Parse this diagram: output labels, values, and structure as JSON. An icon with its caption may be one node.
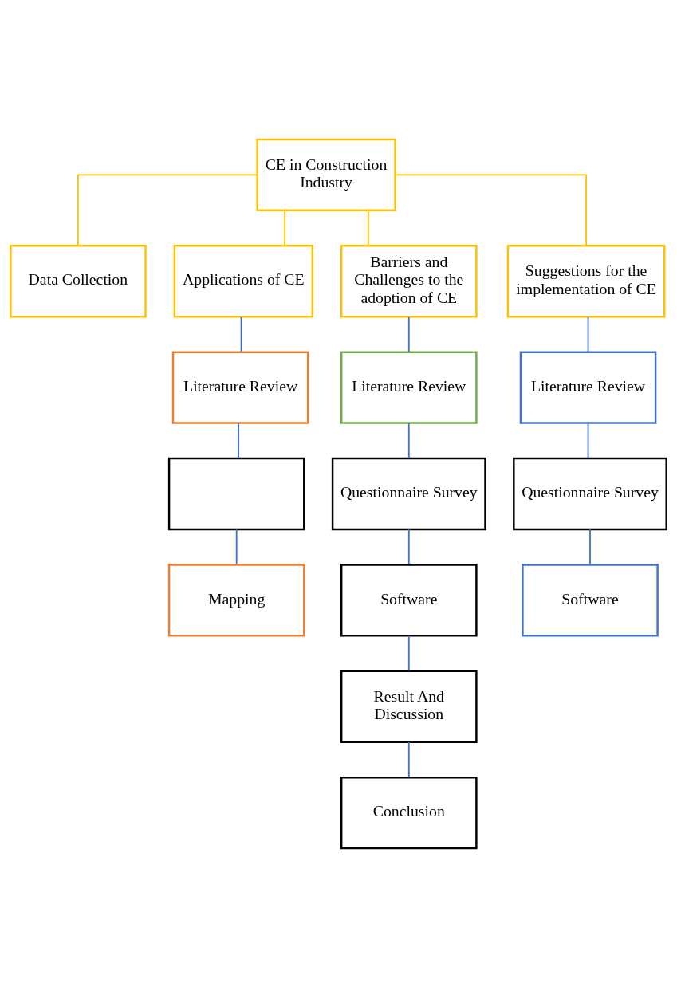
{
  "diagram": {
    "nodes": [
      {
        "text": [
          "CE in Construction Industry"
        ]
      },
      {
        "text": [
          "Data Collection"
        ]
      },
      {
        "text": [
          "Applications of CE"
        ]
      },
      {
        "text": [
          "Barriers and Challenges to the adoption of CE"
        ]
      },
      {
        "text": [
          "Suggestions for the implementation of CE"
        ]
      },
      {
        "text": [
          "Literature Review"
        ]
      },
      {
        "text": [],
        "shape": "box"
      },
      {
        "text": [
          "Mapping"
        ]
      },
      {
        "text": [
          "Literature Review"
        ]
      },
      {
        "text": [
          "Questionnaire Survey"
        ]
      },
      {
        "text": [
          "Software"
        ]
      },
      {
        "text": [
          "Result And Discussion"
        ]
      },
      {
        "text": [
          "Conclusion"
        ]
      },
      {
        "text": [
          "Literature Review"
        ]
      },
      {
        "text": [
          "Questionnaire Survey"
        ]
      },
      {
        "text": [
          "Software"
        ]
      }
    ],
    "edges": [
      {
        "from": 0,
        "to": 1,
        "arrow": "none",
        "color": "#ffc000"
      },
      {
        "from": 0,
        "to": 2,
        "arrow": "none",
        "color": "#ffc000"
      },
      {
        "from": 0,
        "to": 3,
        "arrow": "none",
        "color": "#ffc000"
      },
      {
        "from": 0,
        "to": 4,
        "arrow": "none",
        "color": "#ffc000"
      },
      {
        "from": 2,
        "to": 5,
        "arrow": "none"
      },
      {
        "from": 5,
        "to": 6,
        "arrow": "none"
      },
      {
        "from": 6,
        "to": 7,
        "arrow": "none"
      },
      {
        "from": 3,
        "to": 8,
        "arrow": "none"
      },
      {
        "from": 8,
        "to": 9,
        "arrow": "none"
      },
      {
        "from": 9,
        "to": 10,
        "arrow": "none"
      },
      {
        "from": 10,
        "to": 11,
        "arrow": "none"
      },
      {
        "from": 11,
        "to": 12,
        "arrow": "none"
      },
      {
        "from": 4,
        "to": 13,
        "arrow": "none"
      },
      {
        "from": 13,
        "to": 14,
        "arrow": "none"
      },
      {
        "from": 14,
        "to": 15,
        "arrow": "none"
      }
    ]
  }
}
